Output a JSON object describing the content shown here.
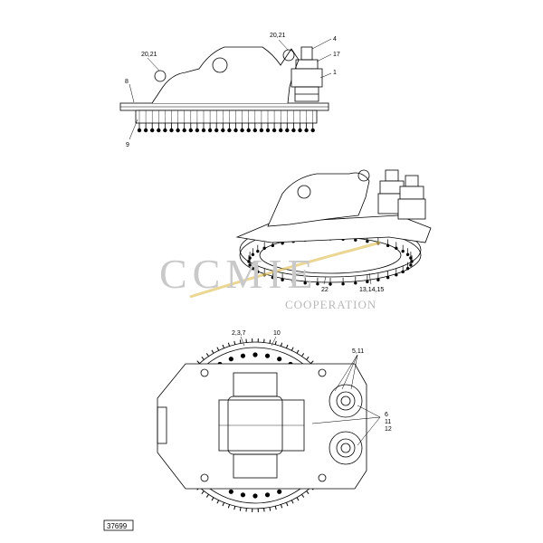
{
  "views": {
    "side": {
      "callouts": [
        "20,21",
        "20,21",
        "4",
        "17",
        "1",
        "8",
        "9"
      ]
    },
    "iso": {
      "callouts": [
        "22",
        "13,14,15"
      ]
    },
    "top": {
      "callouts": [
        "2,3,7",
        "10",
        "5,11",
        "6",
        "11",
        "12"
      ]
    }
  },
  "watermark": {
    "logo_text": "CCMIE",
    "tagline": "COOPERATION"
  },
  "figure_id": "37699",
  "colors": {
    "line": "#000000",
    "watermark": "#c9c9c9",
    "swoosh": "#e3c566"
  }
}
